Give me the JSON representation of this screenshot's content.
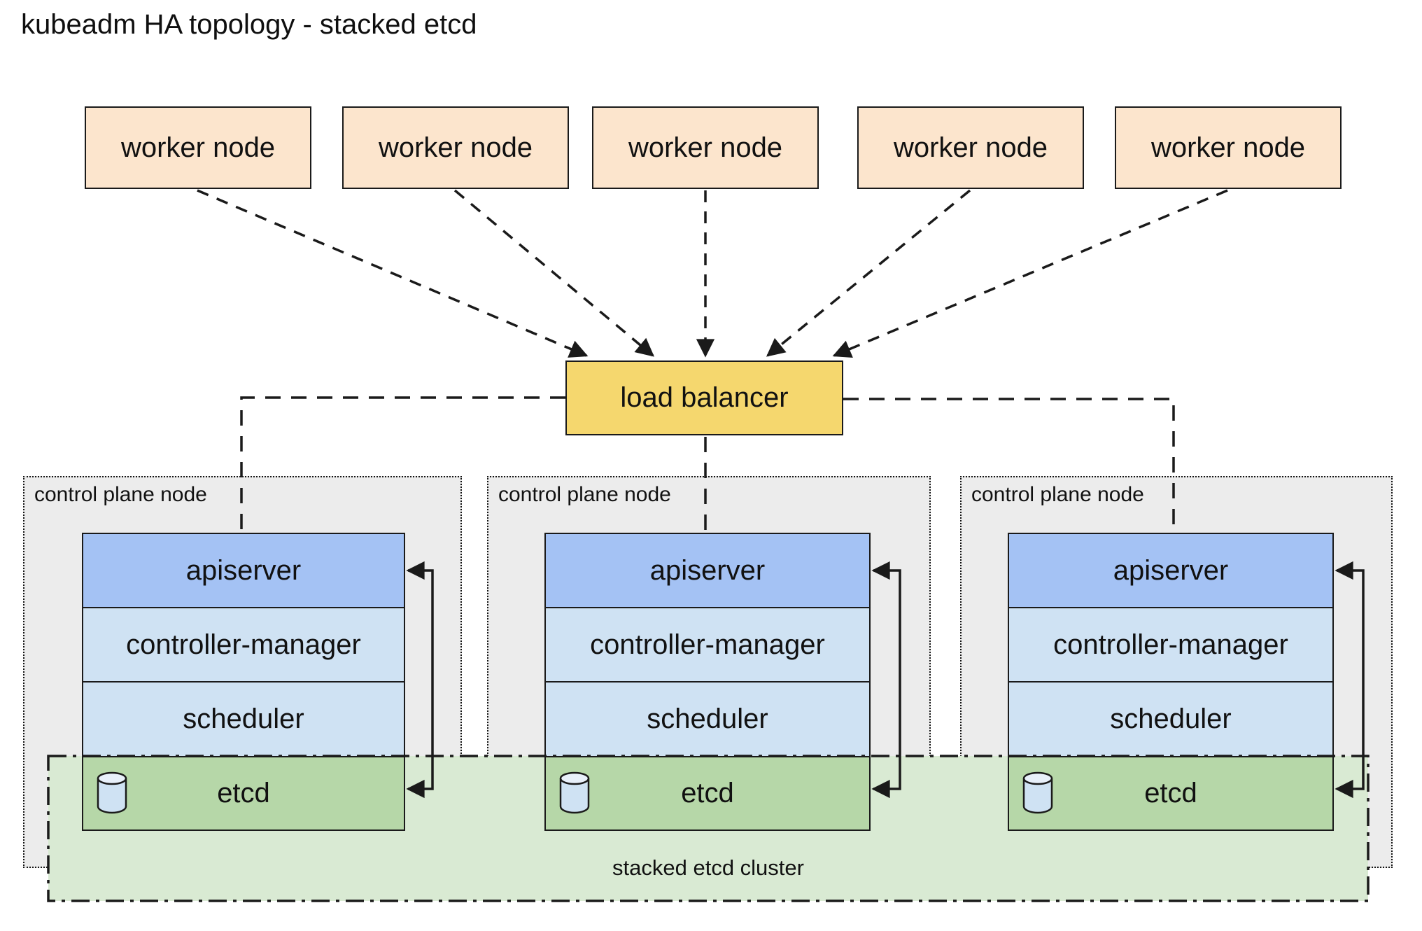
{
  "title": "kubeadm HA topology - stacked etcd",
  "workers": [
    {
      "label": "worker node"
    },
    {
      "label": "worker node"
    },
    {
      "label": "worker node"
    },
    {
      "label": "worker node"
    },
    {
      "label": "worker node"
    }
  ],
  "load_balancer": {
    "label": "load balancer"
  },
  "control_planes": [
    {
      "label": "control plane node",
      "components": [
        {
          "label": "apiserver"
        },
        {
          "label": "controller-manager"
        },
        {
          "label": "scheduler"
        },
        {
          "label": "etcd"
        }
      ]
    },
    {
      "label": "control plane node",
      "components": [
        {
          "label": "apiserver"
        },
        {
          "label": "controller-manager"
        },
        {
          "label": "scheduler"
        },
        {
          "label": "etcd"
        }
      ]
    },
    {
      "label": "control plane node",
      "components": [
        {
          "label": "apiserver"
        },
        {
          "label": "controller-manager"
        },
        {
          "label": "scheduler"
        },
        {
          "label": "etcd"
        }
      ]
    }
  ],
  "etcd_cluster": {
    "label": "stacked etcd cluster"
  },
  "icons": {
    "etcd_icon": "database-cylinder-icon"
  },
  "colors": {
    "worker_fill": "#fce5cd",
    "load_balancer_fill": "#f5d76e",
    "apiserver_fill": "#a4c2f4",
    "controller_manager_fill": "#cfe2f3",
    "scheduler_fill": "#cfe2f3",
    "etcd_fill": "#b6d7a8",
    "etcd_cluster_fill": "#d9ead3",
    "control_plane_fill": "#ececec",
    "line_color": "#1a1a1a"
  }
}
